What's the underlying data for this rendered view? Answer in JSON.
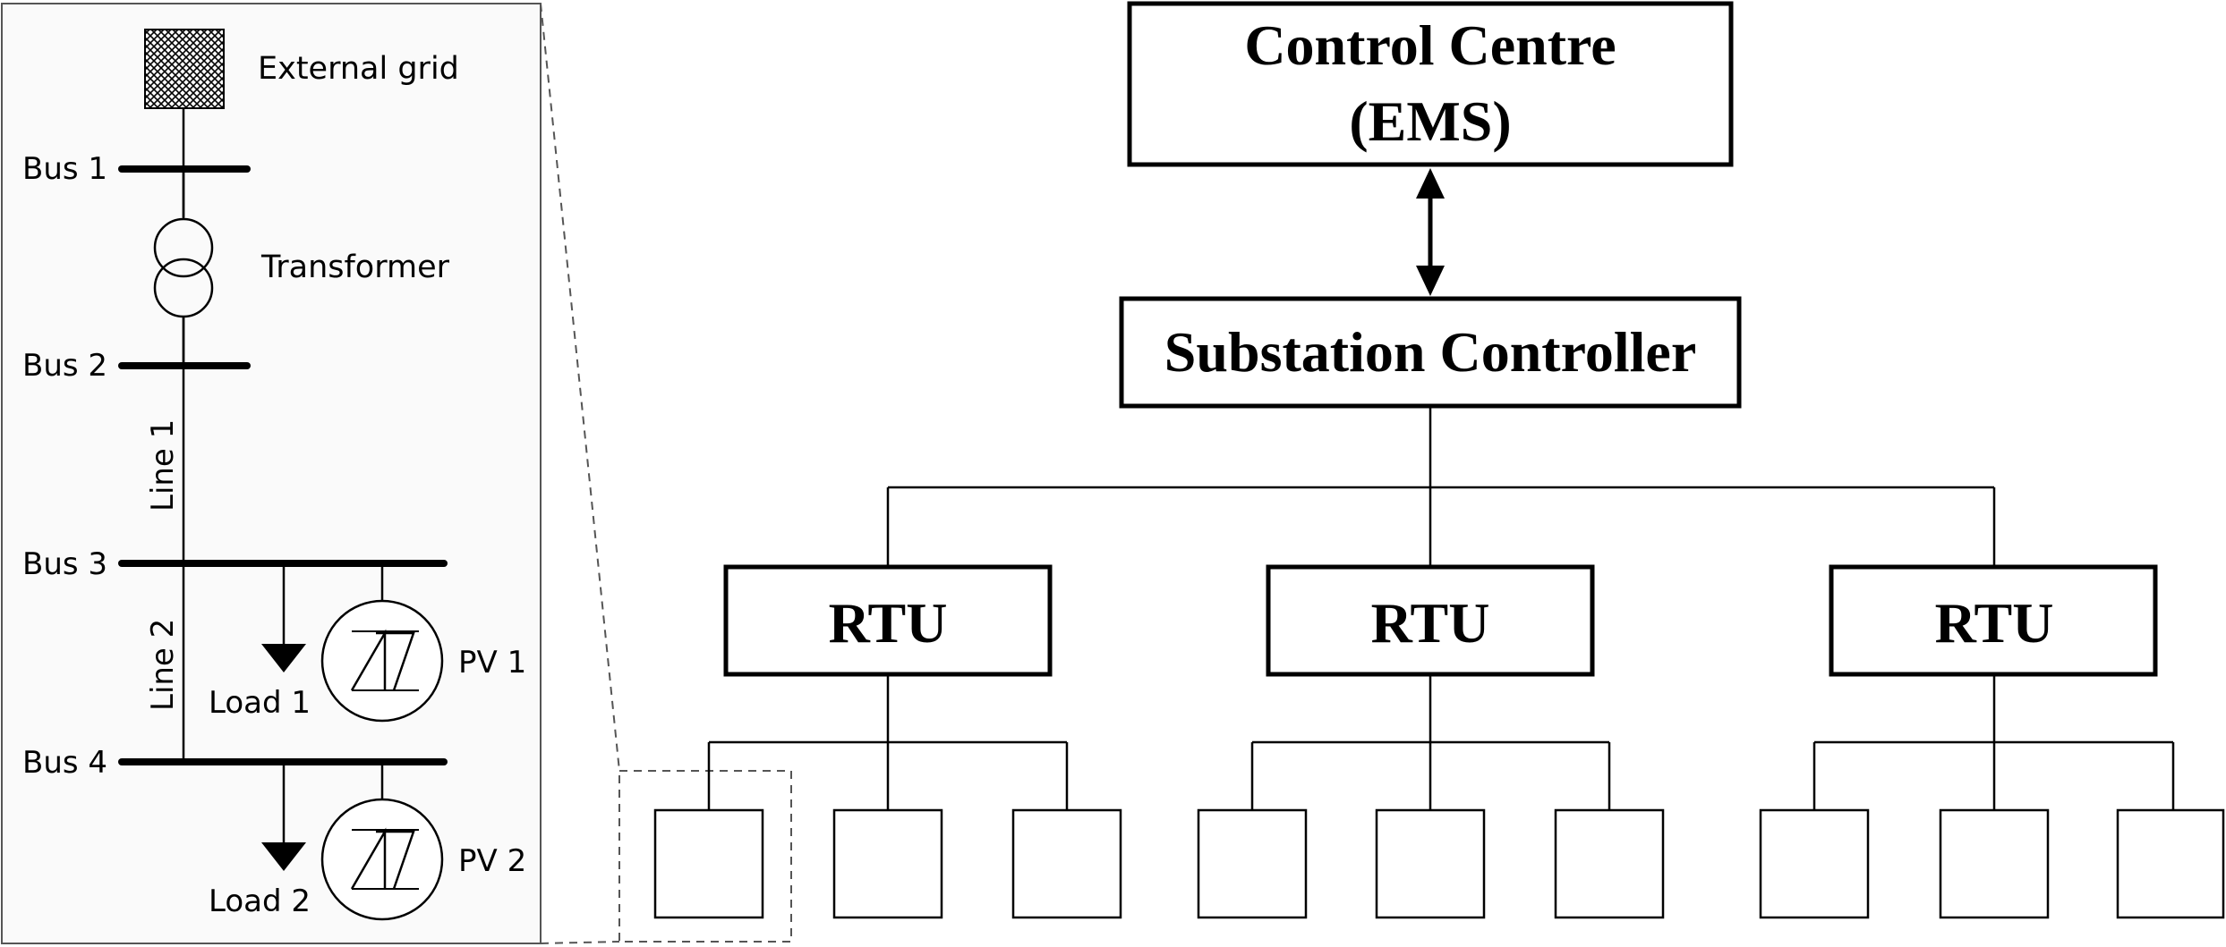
{
  "hierarchy": {
    "control_centre": {
      "line1": "Control Centre",
      "line2": "(EMS)"
    },
    "substation_controller": "Substation Controller",
    "rtus": [
      {
        "label": "RTU",
        "device_count": 3
      },
      {
        "label": "RTU",
        "device_count": 3
      },
      {
        "label": "RTU",
        "device_count": 3
      }
    ]
  },
  "feeder": {
    "external_grid": "External grid",
    "transformer": "Transformer",
    "buses": [
      "Bus 1",
      "Bus 2",
      "Bus 3",
      "Bus 4"
    ],
    "lines": [
      "Line 1",
      "Line 2"
    ],
    "loads": [
      "Load 1",
      "Load 2"
    ],
    "pvs": [
      "PV 1",
      "PV 2"
    ]
  },
  "colors": {
    "stroke": "#000000",
    "panel_background": "#fafafa",
    "panel_border": "#555555",
    "zoom_dash": "#555555"
  },
  "icons": [
    "grid-hatch-icon",
    "transformer-icon",
    "arrow-down-icon",
    "pv-inverter-icon"
  ]
}
